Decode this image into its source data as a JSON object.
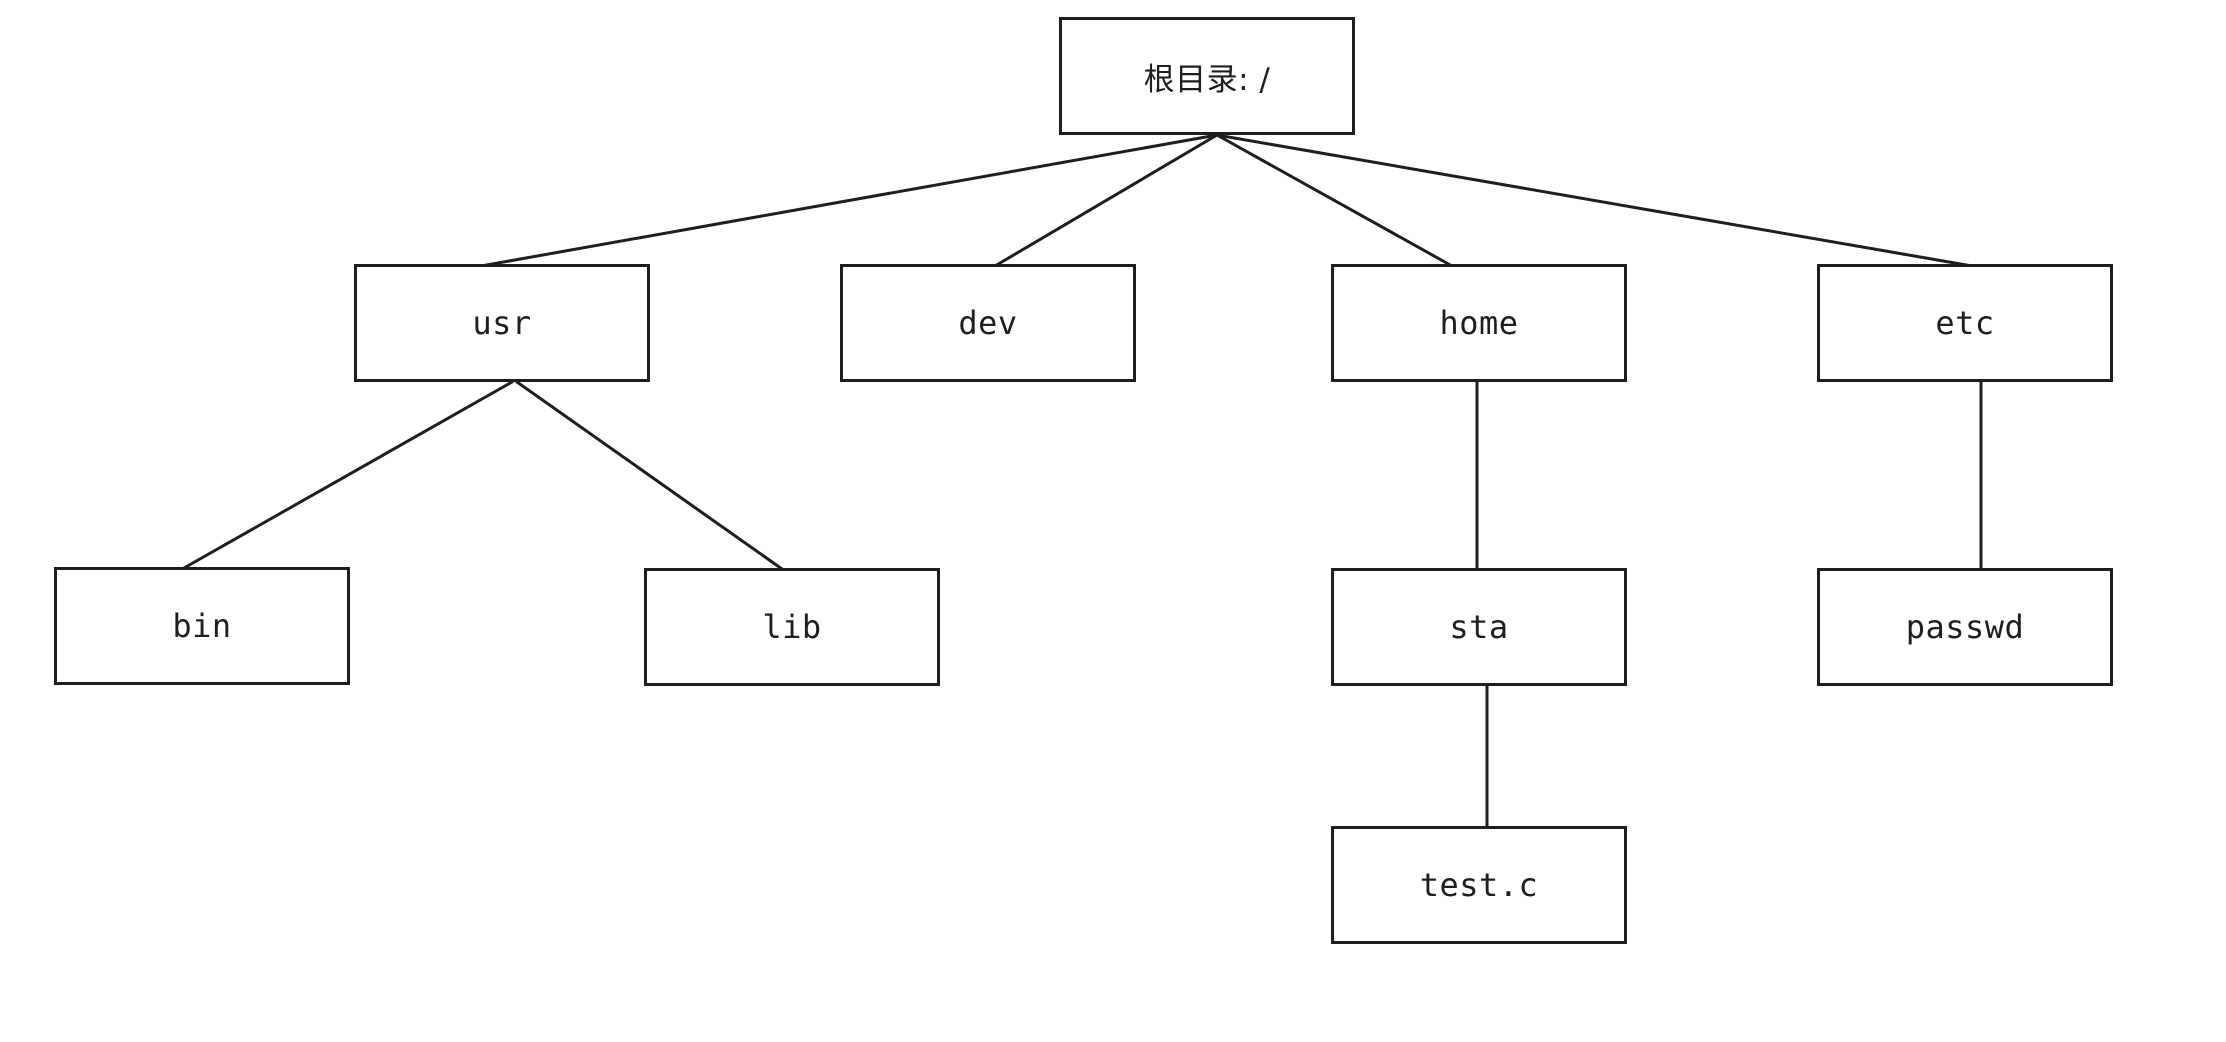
{
  "tree": {
    "root": {
      "label": "根目录: /"
    },
    "usr": {
      "label": "usr"
    },
    "dev": {
      "label": "dev"
    },
    "home": {
      "label": "home"
    },
    "etc": {
      "label": "etc"
    },
    "bin": {
      "label": "bin"
    },
    "lib": {
      "label": "lib"
    },
    "sta": {
      "label": "sta"
    },
    "passwd": {
      "label": "passwd"
    },
    "testc": {
      "label": "test.c"
    }
  },
  "edges": [
    {
      "from": "root",
      "to": "usr"
    },
    {
      "from": "root",
      "to": "dev"
    },
    {
      "from": "root",
      "to": "home"
    },
    {
      "from": "root",
      "to": "etc"
    },
    {
      "from": "usr",
      "to": "bin"
    },
    {
      "from": "usr",
      "to": "lib"
    },
    {
      "from": "home",
      "to": "sta"
    },
    {
      "from": "etc",
      "to": "passwd"
    },
    {
      "from": "sta",
      "to": "testc"
    }
  ]
}
